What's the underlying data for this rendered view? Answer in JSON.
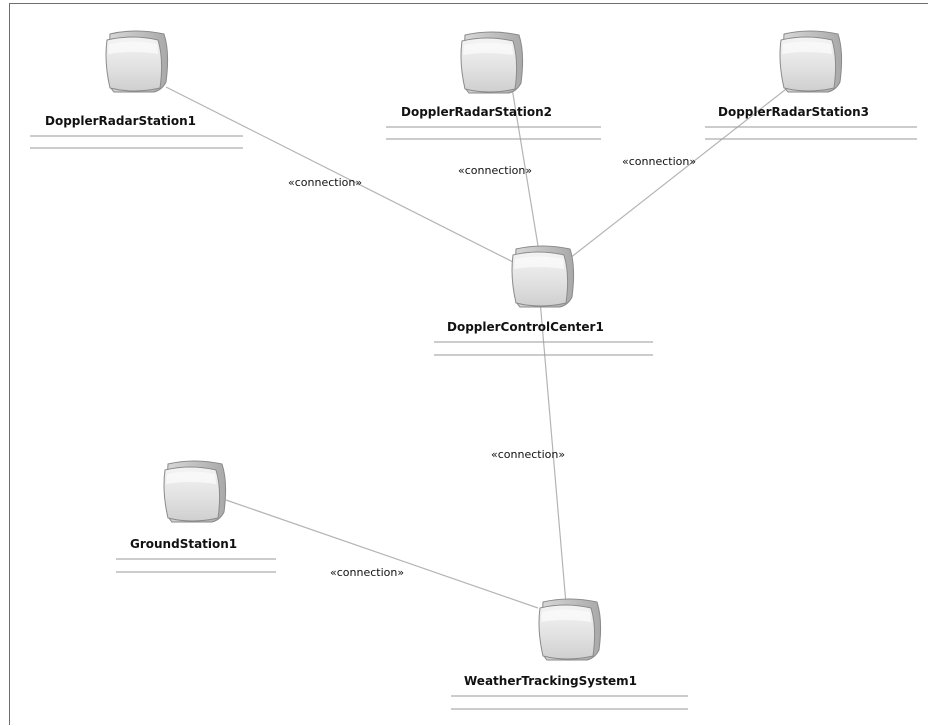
{
  "diagram": {
    "nodes": [
      {
        "id": "drs1",
        "name": "DopplerRadarStation1"
      },
      {
        "id": "drs2",
        "name": "DopplerRadarStation2"
      },
      {
        "id": "drs3",
        "name": "DopplerRadarStation3"
      },
      {
        "id": "dcc1",
        "name": "DopplerControlCenter1"
      },
      {
        "id": "gs1",
        "name": "GroundStation1"
      },
      {
        "id": "wts1",
        "name": "WeatherTrackingSystem1"
      }
    ],
    "connections": [
      {
        "from": "drs1",
        "to": "dcc1",
        "label": "«connection»"
      },
      {
        "from": "drs2",
        "to": "dcc1",
        "label": "«connection»"
      },
      {
        "from": "drs3",
        "to": "dcc1",
        "label": "«connection»"
      },
      {
        "from": "dcc1",
        "to": "wts1",
        "label": "«connection»"
      },
      {
        "from": "gs1",
        "to": "wts1",
        "label": "«connection»"
      }
    ],
    "node_icon": "device-node-icon",
    "colors": {
      "edge": "#b4b4b4",
      "icon_body": "#e8e8e8",
      "icon_outline": "#8a8a8a"
    }
  }
}
